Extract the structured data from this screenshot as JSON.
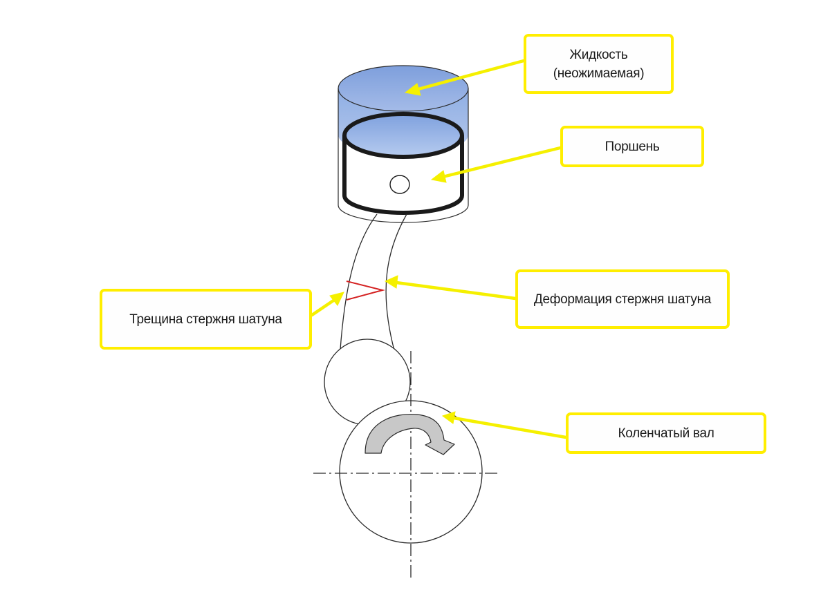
{
  "labels": {
    "liquid_line1": "Жидкость",
    "liquid_line2": "(неожимаемая)",
    "piston": "Поршень",
    "rod_deformation": "Деформация стержня шатуна",
    "rod_crack": "Трещина стержня шатуна",
    "crankshaft": "Коленчатый вал"
  },
  "colors": {
    "callout_border": "#ffee00",
    "arrow": "#f5f000",
    "liquid_fill": "#9fb8e6",
    "piston_outline": "#1a1a1a",
    "crack": "#d42020",
    "rotation_arrow": "#c8c8c8"
  }
}
